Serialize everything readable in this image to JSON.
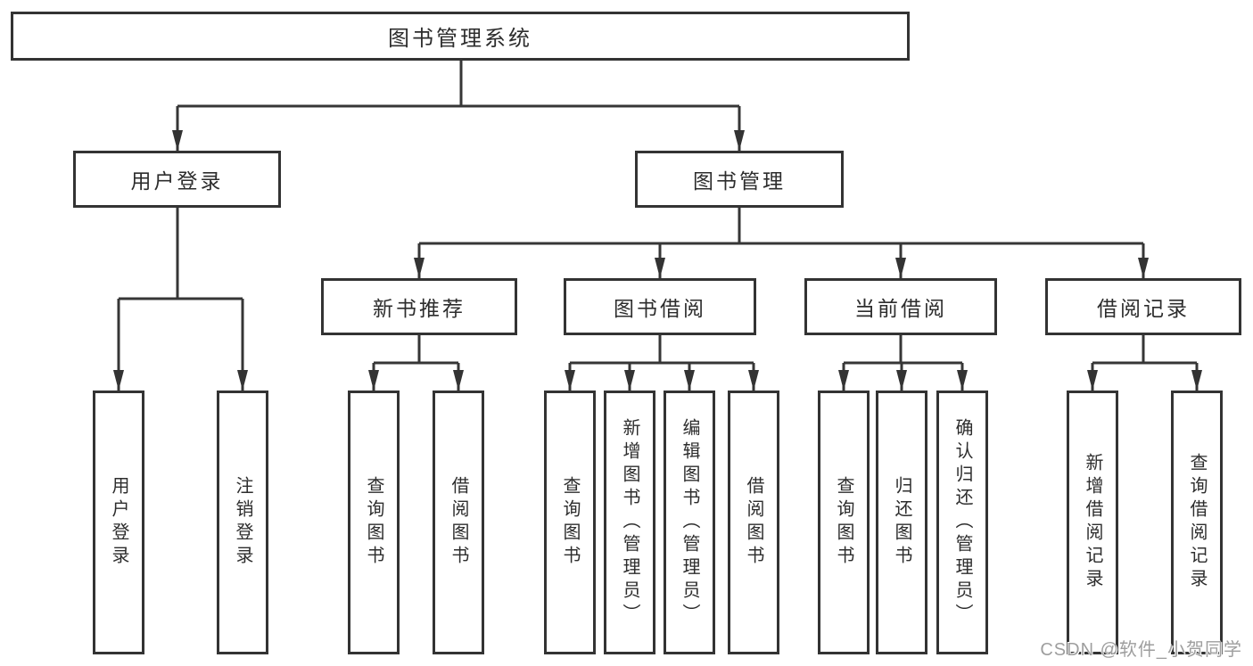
{
  "diagram": {
    "title": "图书管理系统",
    "root": {
      "label": "图书管理系统"
    },
    "branches": [
      {
        "label": "用户登录",
        "children": [
          "用户登录",
          "注销登录"
        ]
      },
      {
        "label": "图书管理",
        "sections": [
          {
            "label": "新书推荐",
            "children": [
              "查询图书",
              "借阅图书"
            ]
          },
          {
            "label": "图书借阅",
            "children": [
              "查询图书",
              "新增图书（管理员）",
              "编辑图书（管理员）",
              "借阅图书"
            ]
          },
          {
            "label": "当前借阅",
            "children": [
              "查询图书",
              "归还图书",
              "确认归还（管理员）"
            ]
          },
          {
            "label": "借阅记录",
            "children": [
              "新增借阅记录",
              "查询借阅记录"
            ]
          }
        ]
      }
    ]
  },
  "watermark": {
    "text": "CSDN @软件_小贺同学"
  },
  "colors": {
    "line": "#363636",
    "box_border": "#333333",
    "box_fill": "#ffffff",
    "text": "#2d2d2d",
    "watermark": "#9e9e9e",
    "background": "#ffffff"
  }
}
